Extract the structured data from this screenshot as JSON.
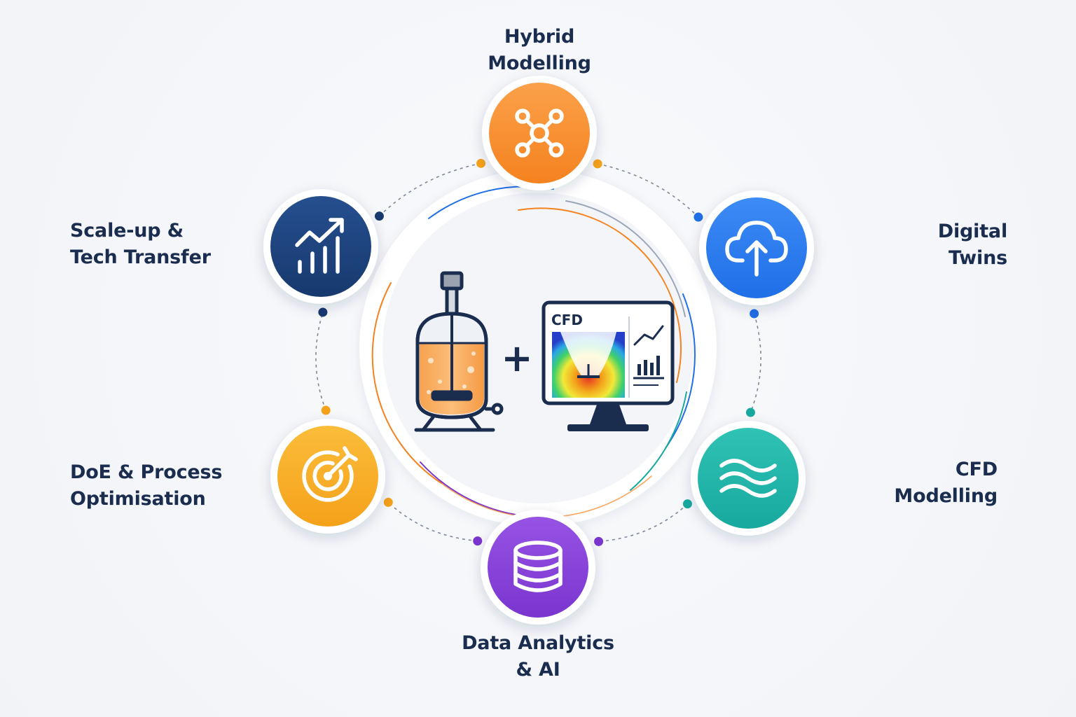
{
  "nodes": [
    {
      "id": "hybrid",
      "lines": [
        "Hybrid",
        "Modelling"
      ],
      "color": "#f5821f",
      "color_light": "#fba14a",
      "icon": "network-nodes-icon"
    },
    {
      "id": "digital",
      "lines": [
        "Digital",
        "Twins"
      ],
      "color": "#1f6fe8",
      "color_light": "#3d8bf5",
      "icon": "cloud-upload-icon"
    },
    {
      "id": "cfd",
      "lines": [
        "CFD",
        "Modelling"
      ],
      "color": "#17a99e",
      "color_light": "#30c2b4",
      "icon": "waves-icon"
    },
    {
      "id": "data",
      "lines": [
        "Data Analytics",
        "& AI"
      ],
      "color": "#7a35cf",
      "color_light": "#9653e4",
      "icon": "database-icon"
    },
    {
      "id": "doe",
      "lines": [
        "DoE & Process",
        "Optimisation"
      ],
      "color": "#f5a11a",
      "color_light": "#fbbd3a",
      "icon": "target-arrow-icon"
    },
    {
      "id": "scale",
      "lines": [
        "Scale-up &",
        "Tech Transfer"
      ],
      "color": "#17396e",
      "color_light": "#264f8f",
      "icon": "growth-chart-icon"
    }
  ],
  "center": {
    "monitor_label": "CFD",
    "plus": "+",
    "reactor_icon": "bioreactor-icon",
    "monitor_icon": "cfd-monitor-icon"
  }
}
